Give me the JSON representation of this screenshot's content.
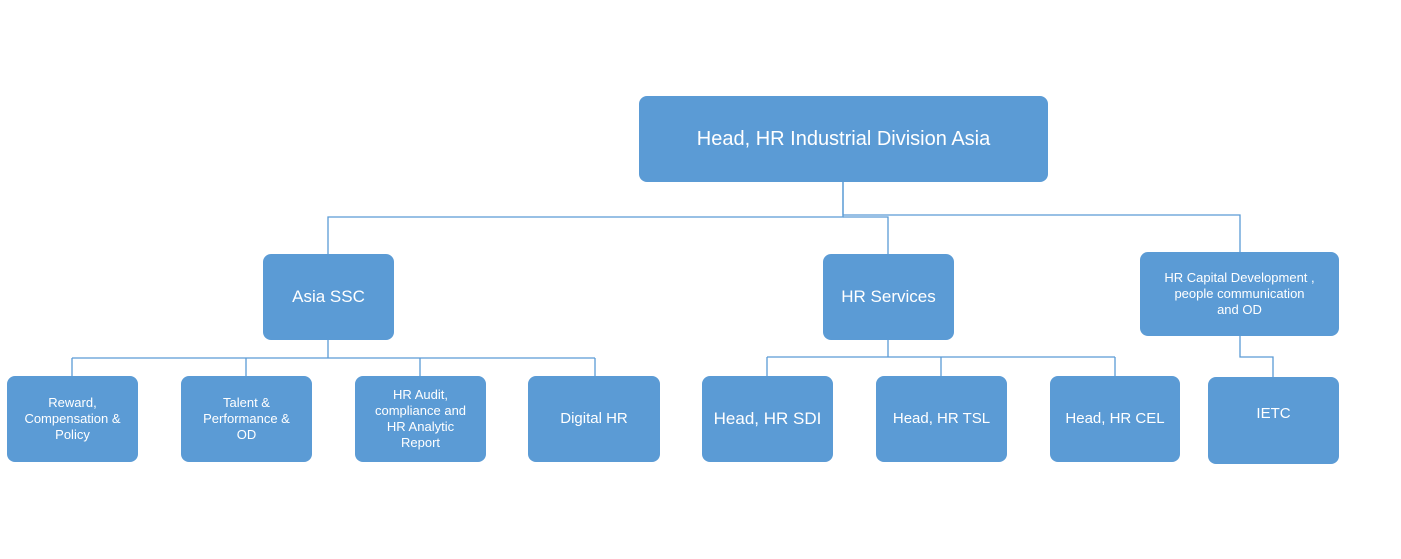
{
  "colors": {
    "box_fill": "#5b9bd5",
    "box_text": "#ffffff",
    "connector": "#5b9bd5"
  },
  "nodes": {
    "head": "Head, HR Industrial Division Asia",
    "asia_ssc": "Asia SSC",
    "hr_services": "HR Services",
    "hr_capital": "HR Capital Development ,\npeople communication\nand OD",
    "reward": "Reward,\nCompensation &\nPolicy",
    "talent": "Talent &\nPerformance &\nOD",
    "hr_audit": "HR Audit,\ncompliance and\nHR Analytic\nReport",
    "digital_hr": "Digital HR",
    "head_sdi": "Head, HR SDI",
    "head_tsl": "Head, HR TSL",
    "head_cel": "Head, HR CEL",
    "ietc": "IETC"
  }
}
